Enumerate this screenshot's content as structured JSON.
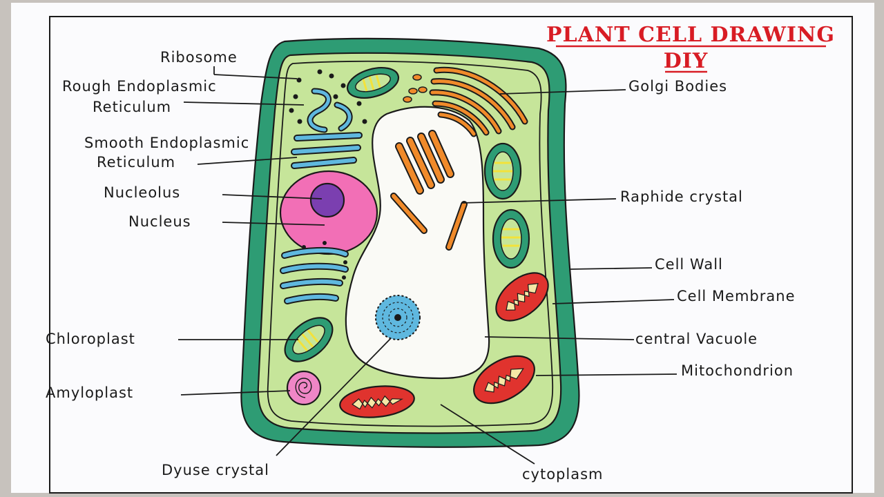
{
  "title": {
    "line1": "PLANT CELL DRAWING",
    "line2": "DIY"
  },
  "labels": {
    "ribosome": "Ribosome",
    "rough_er_1": "Rough Endoplasmic",
    "rough_er_2": "Reticulum",
    "smooth_er_1": "Smooth Endoplasmic",
    "smooth_er_2": "Reticulum",
    "nucleolus": "Nucleolus",
    "nucleus": "Nucleus",
    "chloroplast": "Chloroplast",
    "amyloplast": "Amyloplast",
    "druse": "Dyuse crystal",
    "golgi": "Golgi Bodies",
    "raphide": "Raphide crystal",
    "cell_wall": "Cell Wall",
    "cell_membrane": "Cell Membrane",
    "vacuole": "central Vacuole",
    "mitochondrion": "Mitochondrion",
    "cytoplasm": "cytoplasm"
  },
  "colors": {
    "paper": "#fbfbfd",
    "cell_wall": "#2e9c74",
    "cytoplasm": "#c6e59a",
    "vacuole": "#fafaf6",
    "nucleus": "#f26fb6",
    "nucleolus": "#7b3fb0",
    "er": "#5fb8df",
    "golgi": "#f08a2a",
    "chloroplast": "#2e9c74",
    "thylakoid": "#f3e23a",
    "mitochondrion": "#e0332e",
    "cristae": "#f6e7a6",
    "amyloplast": "#ef86c6",
    "title": "#d81c24"
  }
}
